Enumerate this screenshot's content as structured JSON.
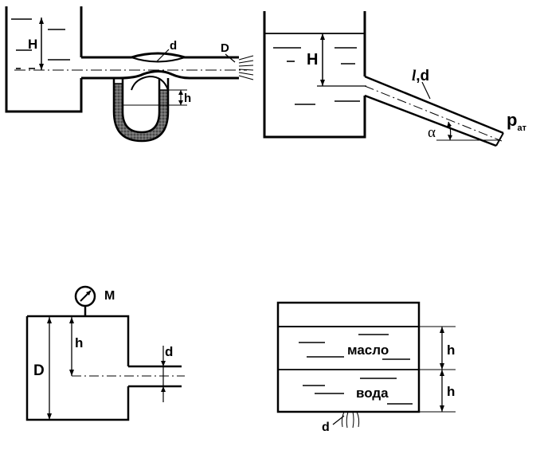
{
  "figures": {
    "venturi": {
      "H": "H",
      "d": "d",
      "D": "D",
      "h": "h"
    },
    "inclined_pipe": {
      "H": "H",
      "l": "l",
      "ld_sep": ",d",
      "alpha": "α",
      "p": "p",
      "p_sub": "ат"
    },
    "pressure_tank": {
      "M": "M",
      "h": "h",
      "D": "D",
      "d": "d"
    },
    "two_liquids": {
      "oil": "масло",
      "water": "вода",
      "h_top": "h",
      "h_bottom": "h",
      "d": "d"
    }
  }
}
